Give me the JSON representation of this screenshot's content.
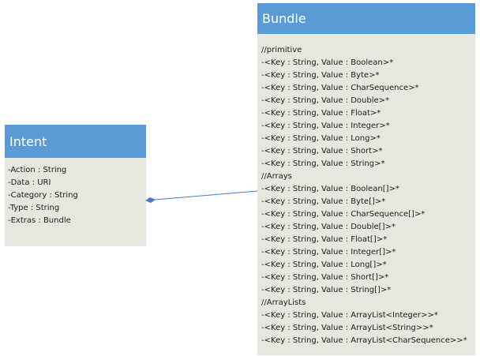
{
  "intent": {
    "name": "Intent",
    "attributes": [
      "-Action : String",
      "-Data : URI",
      "-Category : String",
      "-Type : String",
      "-Extras : Bundle"
    ]
  },
  "bundle": {
    "name": "Bundle",
    "lines": [
      "//primitive",
      "-<Key : String, Value : Boolean>*",
      "-<Key : String, Value : Byte>*",
      "-<Key : String, Value : CharSequence>*",
      "-<Key : String, Value : Double>*",
      "-<Key : String, Value : Float>*",
      "-<Key : String, Value : Integer>*",
      "-<Key : String, Value : Long>*",
      "-<Key : String, Value : Short>*",
      "-<Key : String, Value : String>*",
      "//Arrays",
      "-<Key : String, Value : Boolean[]>*",
      "-<Key : String, Value : Byte[]>*",
      "-<Key : String, Value : CharSequence[]>*",
      "-<Key : String, Value : Double[]>*",
      "-<Key : String, Value : Float[]>*",
      "-<Key : String, Value : Integer[]>*",
      "-<Key : String, Value : Long[]>*",
      "-<Key : String, Value : Short[]>*",
      "-<Key : String, Value : String[]>*",
      "//ArrayLists",
      "-<Key : String, Value : ArrayList<Integer>>*",
      "-<Key : String, Value : ArrayList<String>>*",
      "-<Key : String, Value : ArrayList<CharSequence>>*"
    ]
  },
  "colors": {
    "header": "#5b9bd5",
    "body": "#e6e8df",
    "connector": "#4a7fb5"
  },
  "connector": {
    "type": "composition",
    "from": "intent",
    "to": "bundle"
  }
}
